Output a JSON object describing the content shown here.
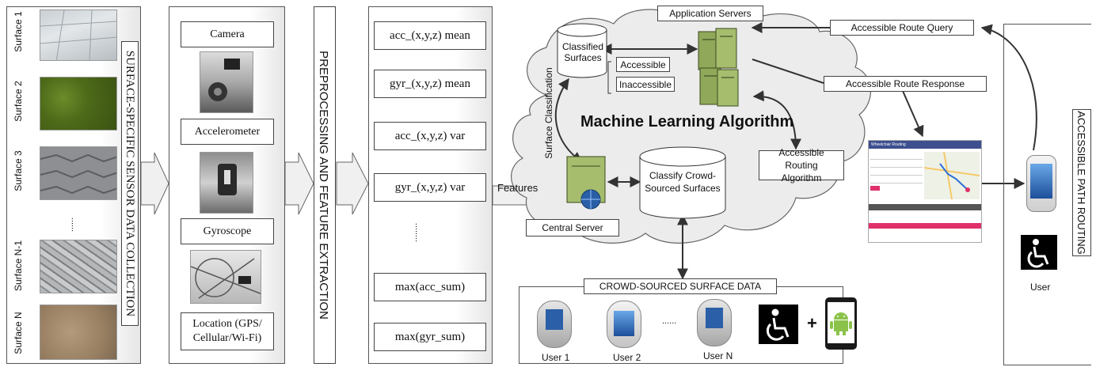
{
  "surfaces": {
    "labels": [
      "Surface 1",
      "Surface 2",
      "Surface 3",
      "......",
      "Surface N-1",
      "Surface N"
    ],
    "title": "SURFACE-SPECIFIC SENSOR DATA COLLECTION"
  },
  "sensors": {
    "items": [
      "Camera",
      "Accelerometer",
      "Gyroscope",
      "Location (GPS/ Cellular/Wi-Fi)"
    ]
  },
  "preprocessing": {
    "title": "PREPROCESSING AND FEATURE EXTRACTION"
  },
  "features": {
    "items": [
      "acc_(x,y,z) mean",
      "gyr_(x,y,z) mean",
      "acc_(x,y,z) var",
      "gyr_(x,y,z) var",
      "........",
      "max(acc_sum)",
      "max(gyr_sum)"
    ],
    "arrow_label": "Features"
  },
  "cloud": {
    "title": "Machine Learning Algorithm",
    "surface_classification": "Surface Classification",
    "classified_surfaces": "Classified Surfaces",
    "accessible": "Accessible",
    "inaccessible": "Inaccessible",
    "application_servers": "Application Servers",
    "central_server": "Central Server",
    "classify_crowd": "Classify Crowd-Sourced Surfaces",
    "routing_algorithm": "Accessible Routing Algorithm"
  },
  "routing": {
    "query": "Accessible Route Query",
    "response": "Accessible Route  Response",
    "title": "ACCESSIBLE PATH ROUTING",
    "user": "User"
  },
  "map_screenshot": {
    "header": "Wheelchair Routing"
  },
  "crowd": {
    "title": "CROWD-SOURCED SURFACE DATA",
    "users": [
      "User 1",
      "User 2",
      "......",
      "User N"
    ],
    "plus": "+"
  }
}
